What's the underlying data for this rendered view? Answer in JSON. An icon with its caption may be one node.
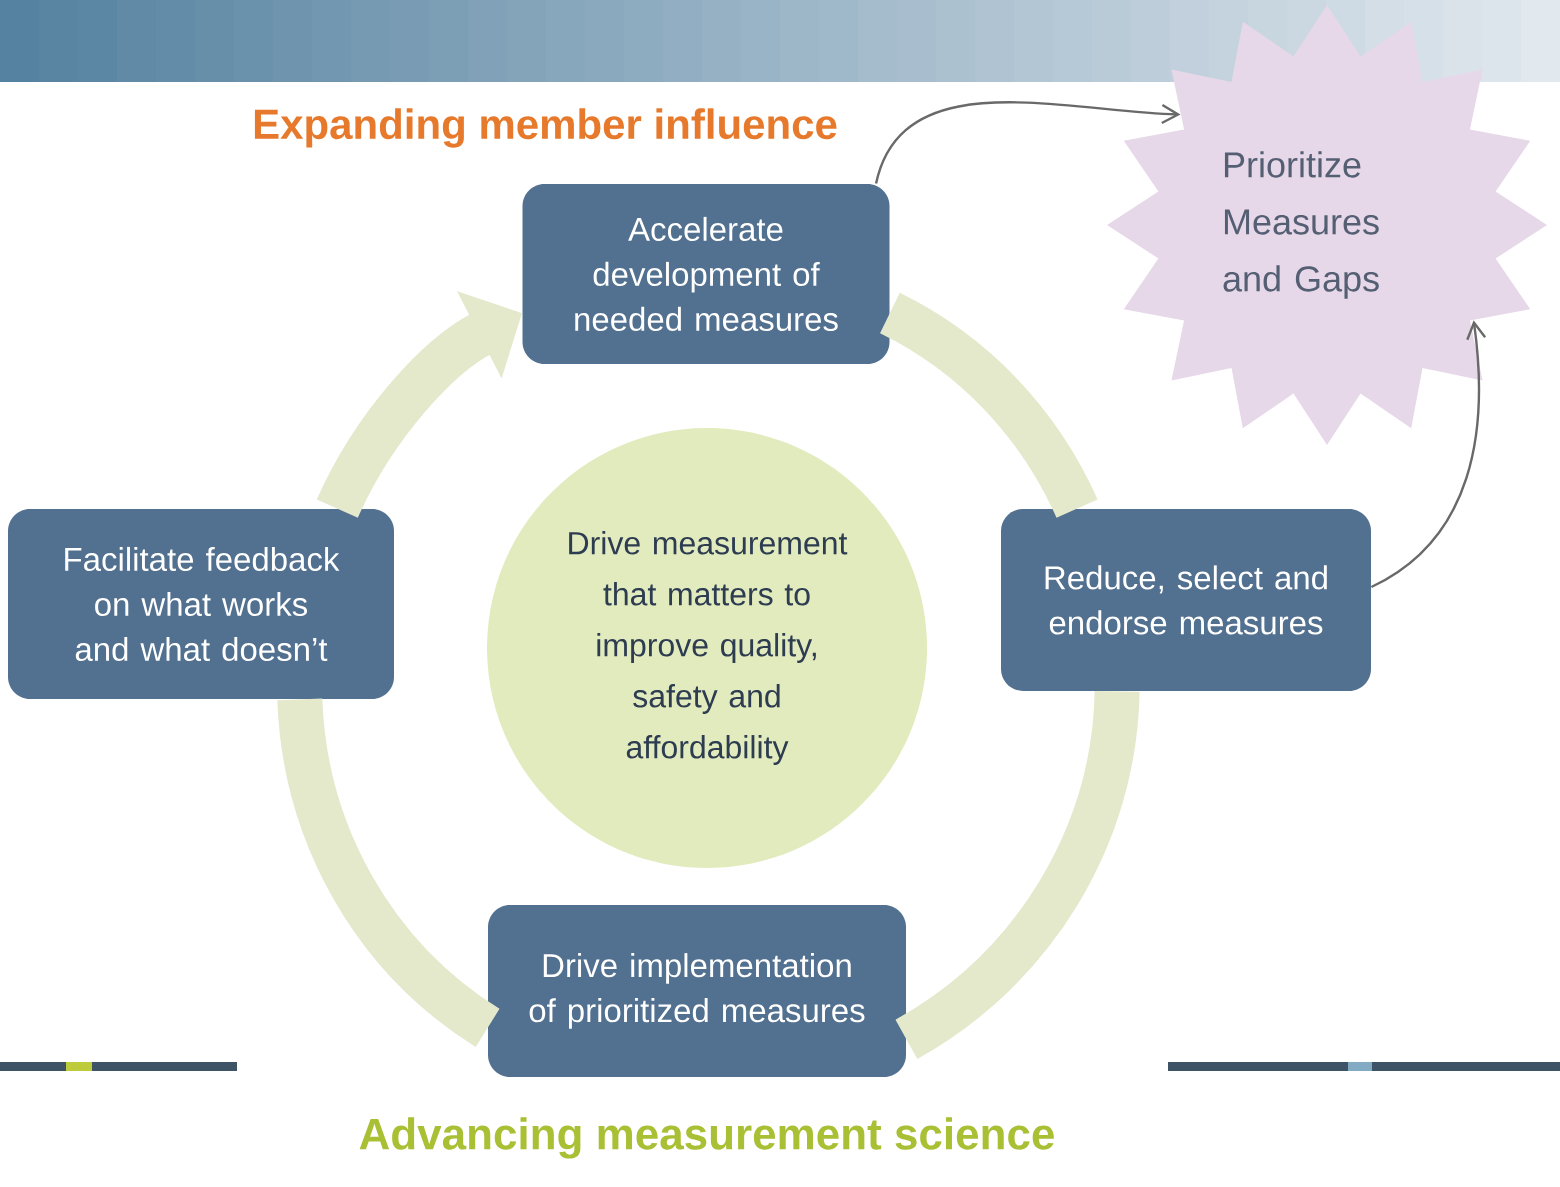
{
  "diagram": {
    "nodes": [
      {
        "text": [
          "Accelerate development of needed measures"
        ]
      },
      {
        "text": [
          "Reduce, select and endorse measures"
        ]
      },
      {
        "text": [
          "Drive implementation of prioritized measures"
        ]
      },
      {
        "text": [
          "Facilitate feedback on what works and what doesn’t"
        ]
      },
      {
        "text": [
          "Drive measurement that matters to improve quality, safety and affordability"
        ]
      },
      {
        "text": [
          "Prioritize Measures and Gaps"
        ]
      }
    ],
    "edges": [
      {
        "from": 3,
        "to": 0,
        "arrow": "to"
      },
      {
        "from": 0,
        "to": 1,
        "arrow": "none"
      },
      {
        "from": 1,
        "to": 2,
        "arrow": "none"
      },
      {
        "from": 2,
        "to": 3,
        "arrow": "none"
      },
      {
        "from": 0,
        "to": 5,
        "arrow": "to",
        "color": "#696969"
      },
      {
        "from": 1,
        "to": 5,
        "arrow": "to",
        "color": "#696969"
      }
    ],
    "labels": [
      "Expanding member influence",
      "Advancing measurement science"
    ]
  }
}
